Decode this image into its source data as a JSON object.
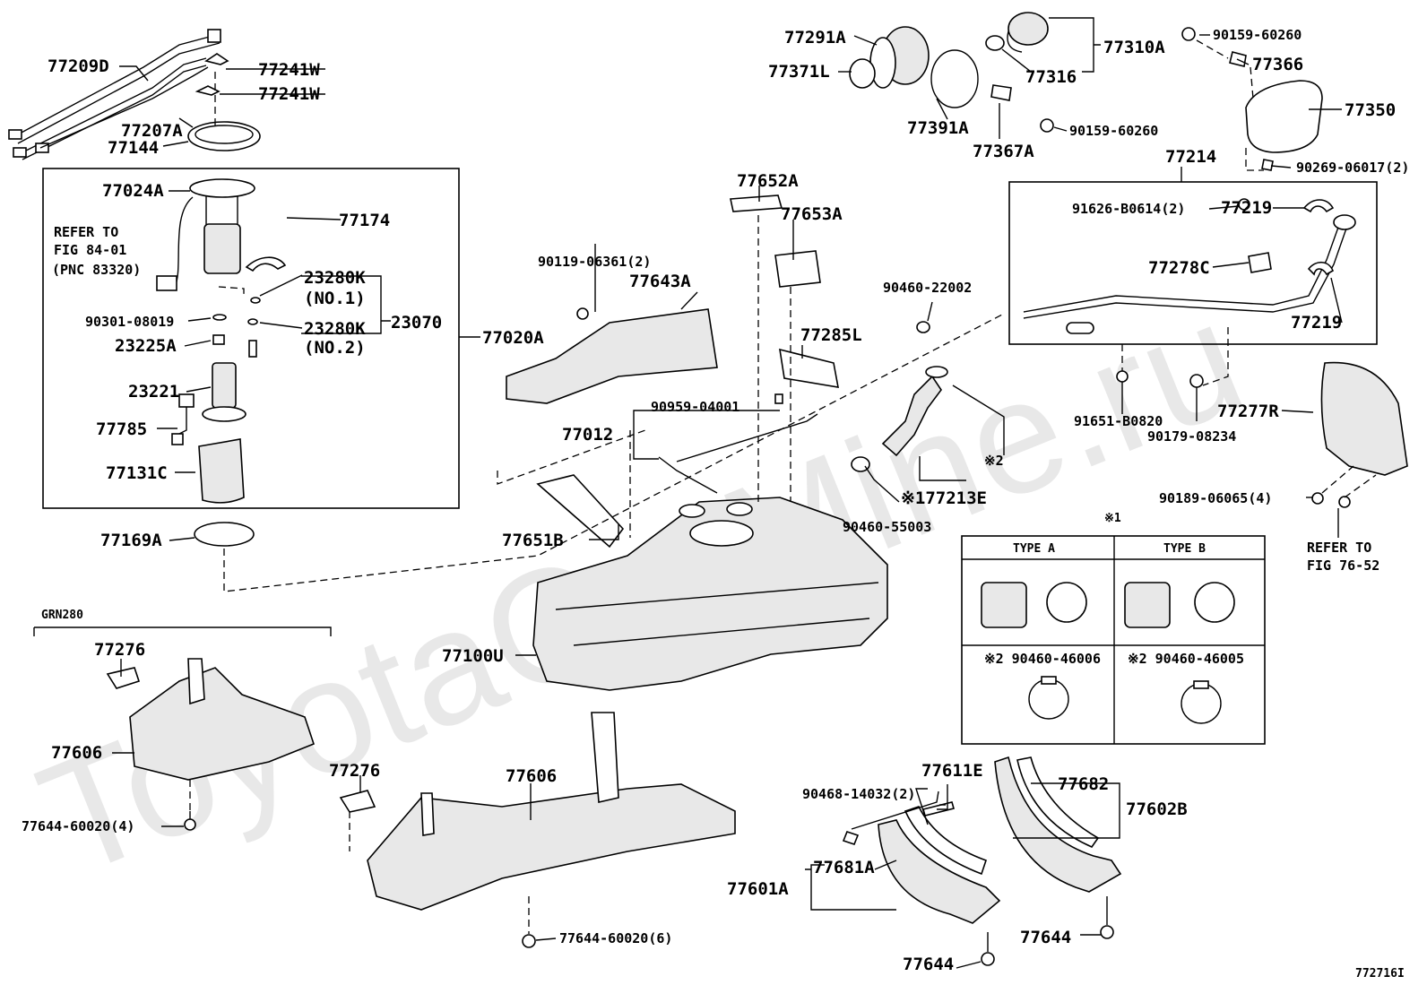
{
  "watermark": "ToyotaCarMine.ru",
  "figure_id": "772716I",
  "labels": {
    "p77209D": "77209D",
    "p77241W_a": "77241W",
    "p77241W_b": "77241W",
    "p77207A": "77207A",
    "p77144": "77144",
    "p77024A": "77024A",
    "p77174": "77174",
    "refer1_l1": "REFER TO",
    "refer1_l2": "FIG 84-01",
    "refer1_l3": "(PNC 83320)",
    "p23280K_1": "23280K",
    "no1": "(NO.1)",
    "p23070": "23070",
    "p90301": "90301-08019",
    "p23280K_2": "23280K",
    "no2": "(NO.2)",
    "p23225A": "23225A",
    "p23221": "23221",
    "p77785": "77785",
    "p77131C": "77131C",
    "p77020A": "77020A",
    "p77169A": "77169A",
    "grn280": "GRN280",
    "p77276_a": "77276",
    "p77606_a": "77606",
    "p77644_60020_4": "77644-60020(4)",
    "p77276_b": "77276",
    "p77606_b": "77606",
    "p77644_60020_6": "77644-60020(6)",
    "p90119": "90119-06361(2)",
    "p77643A": "77643A",
    "p77012": "77012",
    "p90959": "90959-04001",
    "p77651B": "77651B",
    "p77100U": "77100U",
    "p77652A": "77652A",
    "p77653A": "77653A",
    "p77285L": "77285L",
    "p90460_22002": "90460-22002",
    "p90460_55003": "90460-55003",
    "p77213E": "※177213E",
    "note2": "※2",
    "p77291A": "77291A",
    "p77371L": "77371L",
    "p77391A": "77391A",
    "p77310A": "77310A",
    "p77316": "77316",
    "p77367A": "77367A",
    "p90159_a": "90159-60260",
    "p90159_b": "90159-60260",
    "p77366": "77366",
    "p77350": "77350",
    "p90269": "90269-06017(2)",
    "p77214": "77214",
    "p77219_a": "77219",
    "p91626": "91626-B0614(2)",
    "p77278C": "77278C",
    "p77219_b": "77219",
    "p91651": "91651-B0820",
    "p90179": "90179-08234",
    "p77277R": "77277R",
    "p90189": "90189-06065(4)",
    "refer2_l1": "REFER TO",
    "refer2_l2": "FIG 76-52",
    "note1": "※1",
    "typeA": "TYPE A",
    "typeB": "TYPE B",
    "clampA": "※2 90460-46006",
    "clampB": "※2 90460-46005",
    "p90468": "90468-14032(2)",
    "p77611E": "77611E",
    "p77682": "77682",
    "p77602B": "77602B",
    "p77681A": "77681A",
    "p77601A": "77601A",
    "p77644_a": "77644",
    "p77644_b": "77644"
  }
}
